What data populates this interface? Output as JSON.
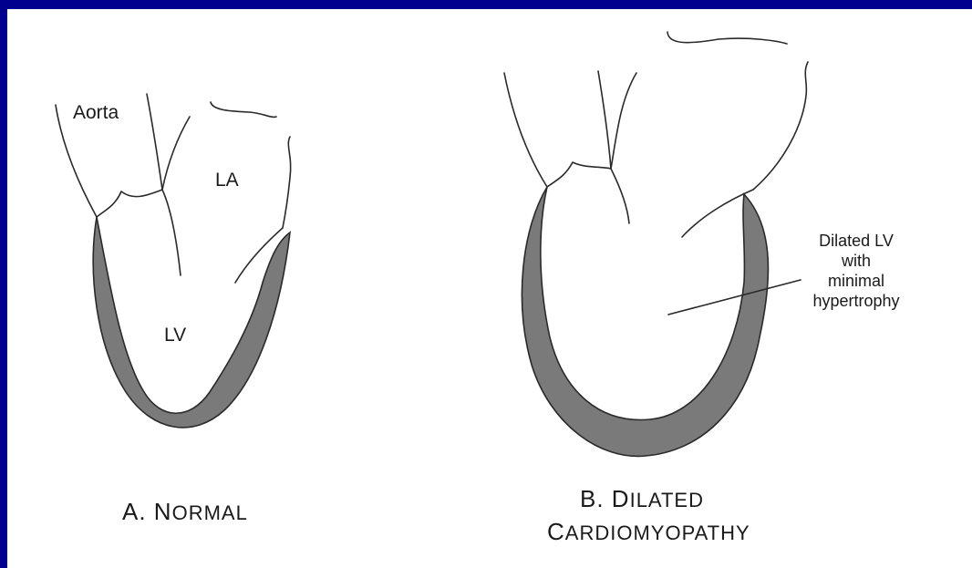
{
  "colors": {
    "frame": "#00008e",
    "wall_fill": "#7a7a7a",
    "line": "#2a2a2a"
  },
  "normal": {
    "aorta": "Aorta",
    "la": "LA",
    "lv": "LV",
    "caption_letter": "A. N",
    "caption_rest": "ORMAL"
  },
  "dilated": {
    "note_lines": [
      "Dilated LV",
      "with",
      "minimal",
      "hypertrophy"
    ],
    "caption1_letter": "B. D",
    "caption1_rest": "ILATED",
    "caption2_letter": "C",
    "caption2_rest": "ARDIOMYOPATHY"
  }
}
